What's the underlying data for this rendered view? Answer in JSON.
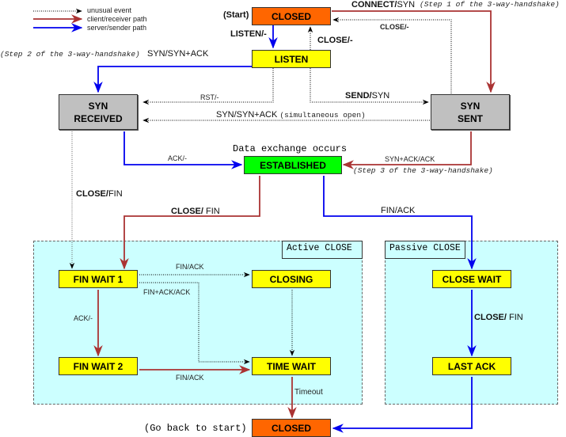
{
  "colors": {
    "closed": "#ff6600",
    "state": "#ffff00",
    "established": "#00ff00",
    "handshake_state": "#c0c0c0",
    "region": "#ccffff",
    "client_path": "#aa3333",
    "server_path": "#0000ee",
    "unusual": "#000000"
  },
  "legend": [
    {
      "label": "unusual event",
      "style": "dotted-black"
    },
    {
      "label": "client/receiver path",
      "style": "solid-red"
    },
    {
      "label": "server/sender path",
      "style": "solid-blue"
    }
  ],
  "regions": {
    "active": "Active CLOSE",
    "passive": "Passive CLOSE"
  },
  "states": {
    "closed_top": "CLOSED",
    "listen": "LISTEN",
    "syn_received": [
      "SYN",
      "RECEIVED"
    ],
    "syn_sent": [
      "SYN",
      "SENT"
    ],
    "established": "ESTABLISHED",
    "fin_wait_1": "FIN WAIT 1",
    "fin_wait_2": "FIN WAIT 2",
    "closing": "CLOSING",
    "time_wait": "TIME WAIT",
    "close_wait": "CLOSE WAIT",
    "last_ack": "LAST ACK",
    "closed_bottom": "CLOSED"
  },
  "notes": {
    "start": "(Start)",
    "go_back": "(Go back to start)",
    "data_exchange": "Data exchange occurs",
    "step1": "(Step 1 of the 3-way-handshake)",
    "step2": "(Step 2 of the 3-way-handshake)",
    "step3": "(Step 3 of the 3-way-handshake)",
    "simultaneous": "(simultaneous open)"
  },
  "transitions": {
    "listen": {
      "event": "LISTEN/",
      "action": "-"
    },
    "close_listen": {
      "event": "CLOSE/",
      "action": "-"
    },
    "connect": {
      "event": "CONNECT/",
      "action": "SYN"
    },
    "close_synsent": "CLOSE/-",
    "syn_synack_listen": "SYN/SYN+ACK",
    "rst": "RST/-",
    "send": {
      "event": "SEND/",
      "action": "SYN"
    },
    "syn_synack_sim": "SYN/SYN+ACK",
    "ack": "ACK/-",
    "synack_ack": "SYN+ACK/ACK",
    "close_fin_synrcvd": {
      "event": "CLOSE/",
      "action": "FIN"
    },
    "close_fin_est": {
      "event": "CLOSE/",
      "action": " FIN"
    },
    "fin_ack_est": "FIN/ACK",
    "fin_ack_fw1": "FIN/ACK",
    "finack_ack": "FIN+ACK/ACK",
    "ack_fw1": "ACK/-",
    "fin_ack_fw2": "FIN/ACK",
    "timeout": "Timeout",
    "close_fin_cw": {
      "event": "CLOSE/",
      "action": " FIN"
    }
  }
}
